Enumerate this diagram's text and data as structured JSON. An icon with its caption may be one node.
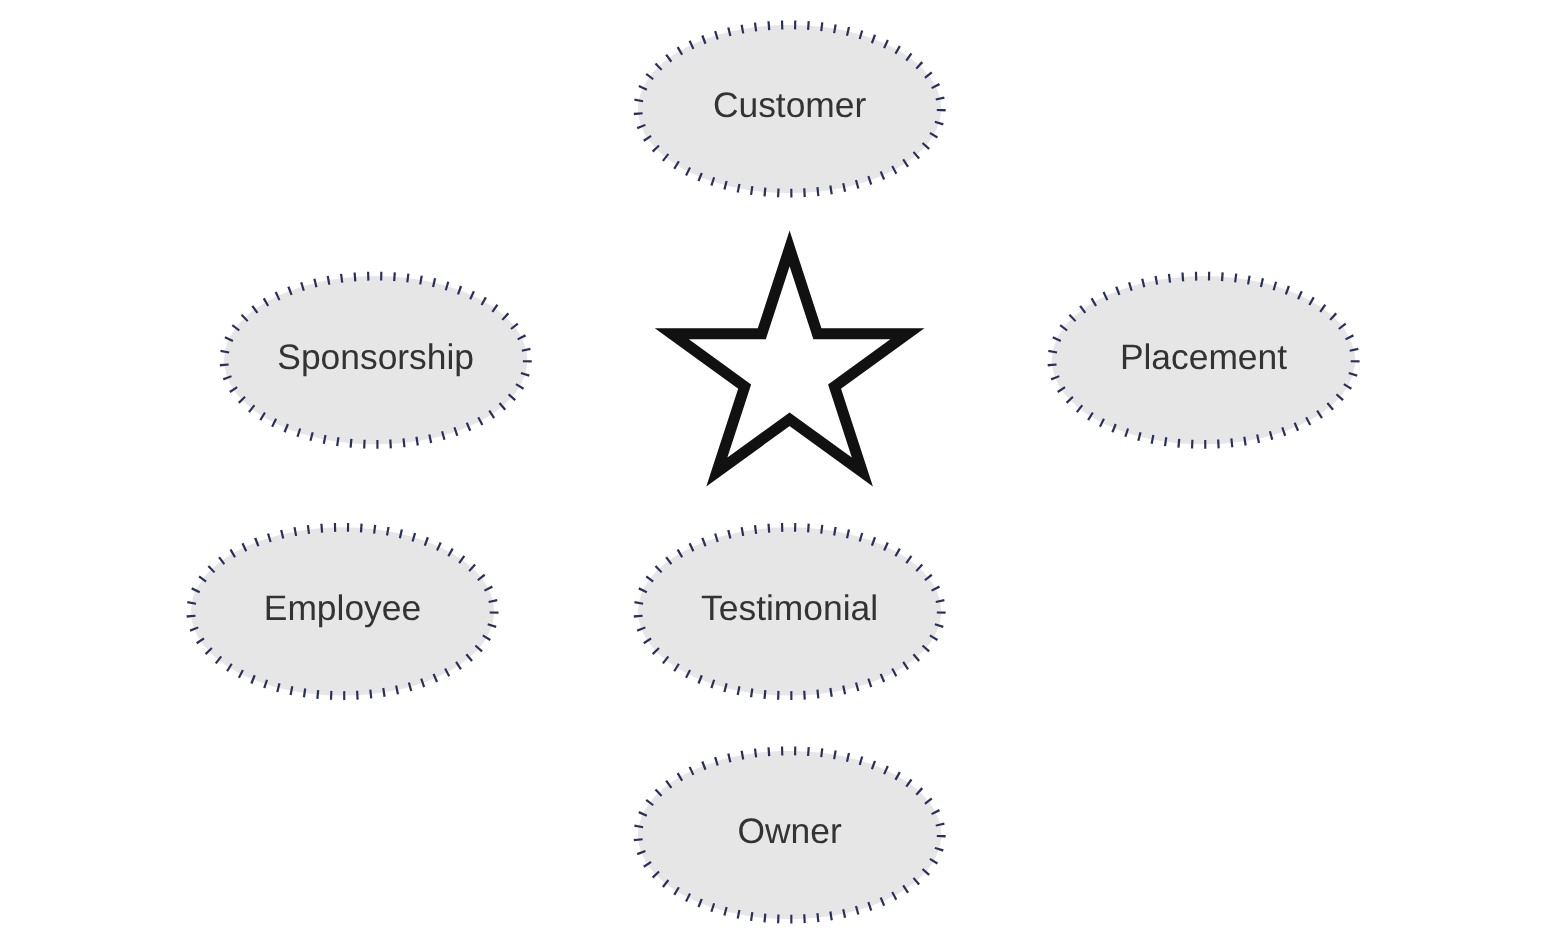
{
  "diagram": {
    "nodes": [
      {
        "text": [
          "Customer"
        ]
      },
      {
        "text": [
          "Sponsorship"
        ]
      },
      {
        "text": [
          "Placement"
        ]
      },
      {
        "text": [],
        "shape": "star"
      },
      {
        "text": [
          "Employee"
        ]
      },
      {
        "text": [
          "Testimonial"
        ]
      },
      {
        "text": [
          "Owner"
        ]
      }
    ],
    "edges": []
  }
}
